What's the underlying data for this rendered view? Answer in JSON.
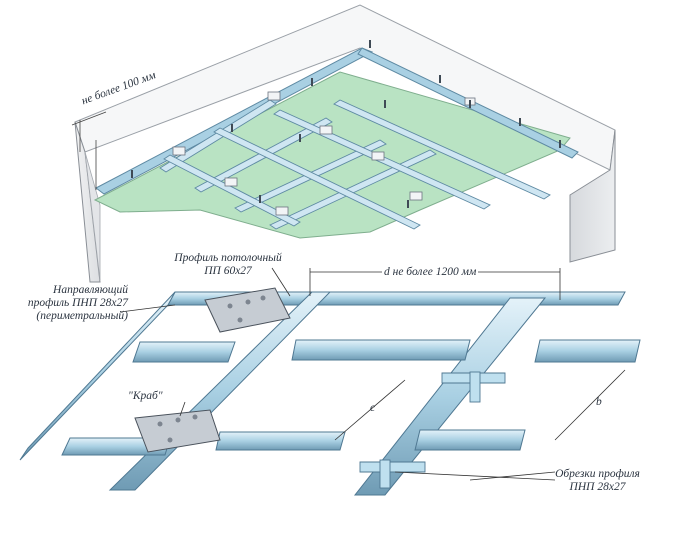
{
  "labels": {
    "top_spacing": "не более 100 мм",
    "ceiling_profile_line1": "Профиль потолочный",
    "ceiling_profile_line2": "ПП 60х27",
    "guide_profile_line1": "Направляющий",
    "guide_profile_line2": "профиль ПНП 28х27",
    "guide_profile_line3": "(периметральный)",
    "spacing_d": "d не более 1200 мм",
    "crab": "\"Краб\"",
    "dim_c": "c",
    "dim_b": "b",
    "offcuts_line1": "Обрезки профиля",
    "offcuts_line2": "ПНП 28х27"
  },
  "colors": {
    "wall": "#e9eaec",
    "wall_edge": "#8a8f96",
    "board": "#b9e3c3",
    "board_edge": "#7fae8e",
    "profile_light": "#cfe6f2",
    "profile_mid": "#9cc6dc",
    "profile_dark": "#5e8aa3",
    "crab": "#b8bec6",
    "text": "#2b3440"
  }
}
